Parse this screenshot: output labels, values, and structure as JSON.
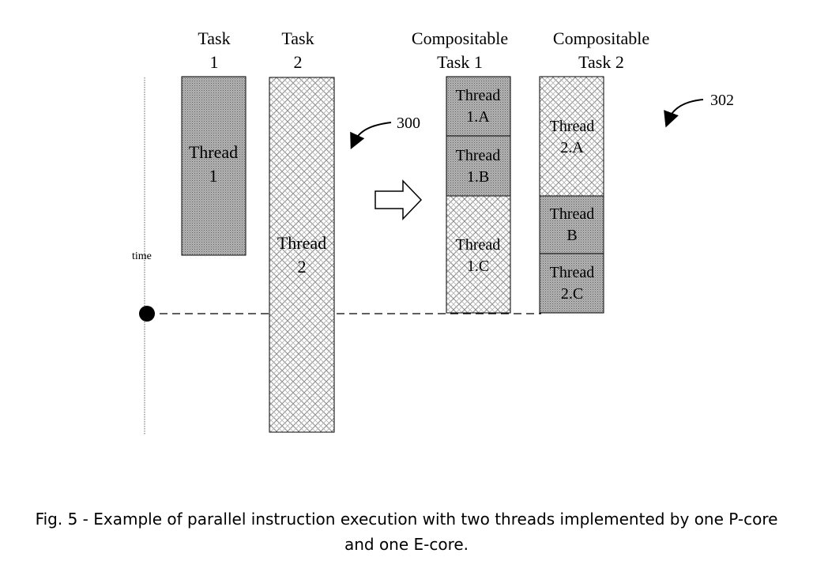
{
  "headers": {
    "task1": [
      "Task",
      "1"
    ],
    "task2": [
      "Task",
      "2"
    ],
    "comp1": [
      "Compositable",
      "Task 1"
    ],
    "comp2": [
      "Compositable",
      "Task 2"
    ]
  },
  "blocks": {
    "thread1": [
      "Thread",
      "1"
    ],
    "thread2": [
      "Thread",
      "2"
    ],
    "thread1a": [
      "Thread",
      "1.A"
    ],
    "thread1b": [
      "Thread",
      "1.B"
    ],
    "thread1c": [
      "Thread",
      "1.C"
    ],
    "thread2a": [
      "Thread",
      "2.A"
    ],
    "thread2b": [
      "Thread",
      "B"
    ],
    "thread2c": [
      "Thread",
      "2.C"
    ]
  },
  "axis_label": "time",
  "refs": {
    "r300": "300",
    "r302": "302"
  },
  "caption": {
    "line1": "Fig. 5 - Example of parallel instruction execution with two threads implemented by one P-core",
    "line2": "and one E-core."
  },
  "colors": {
    "dark_fill": "#9a9a9a",
    "light_fill": "#ffffff",
    "pattern": "#8a8a8a",
    "ink": "#000000"
  }
}
